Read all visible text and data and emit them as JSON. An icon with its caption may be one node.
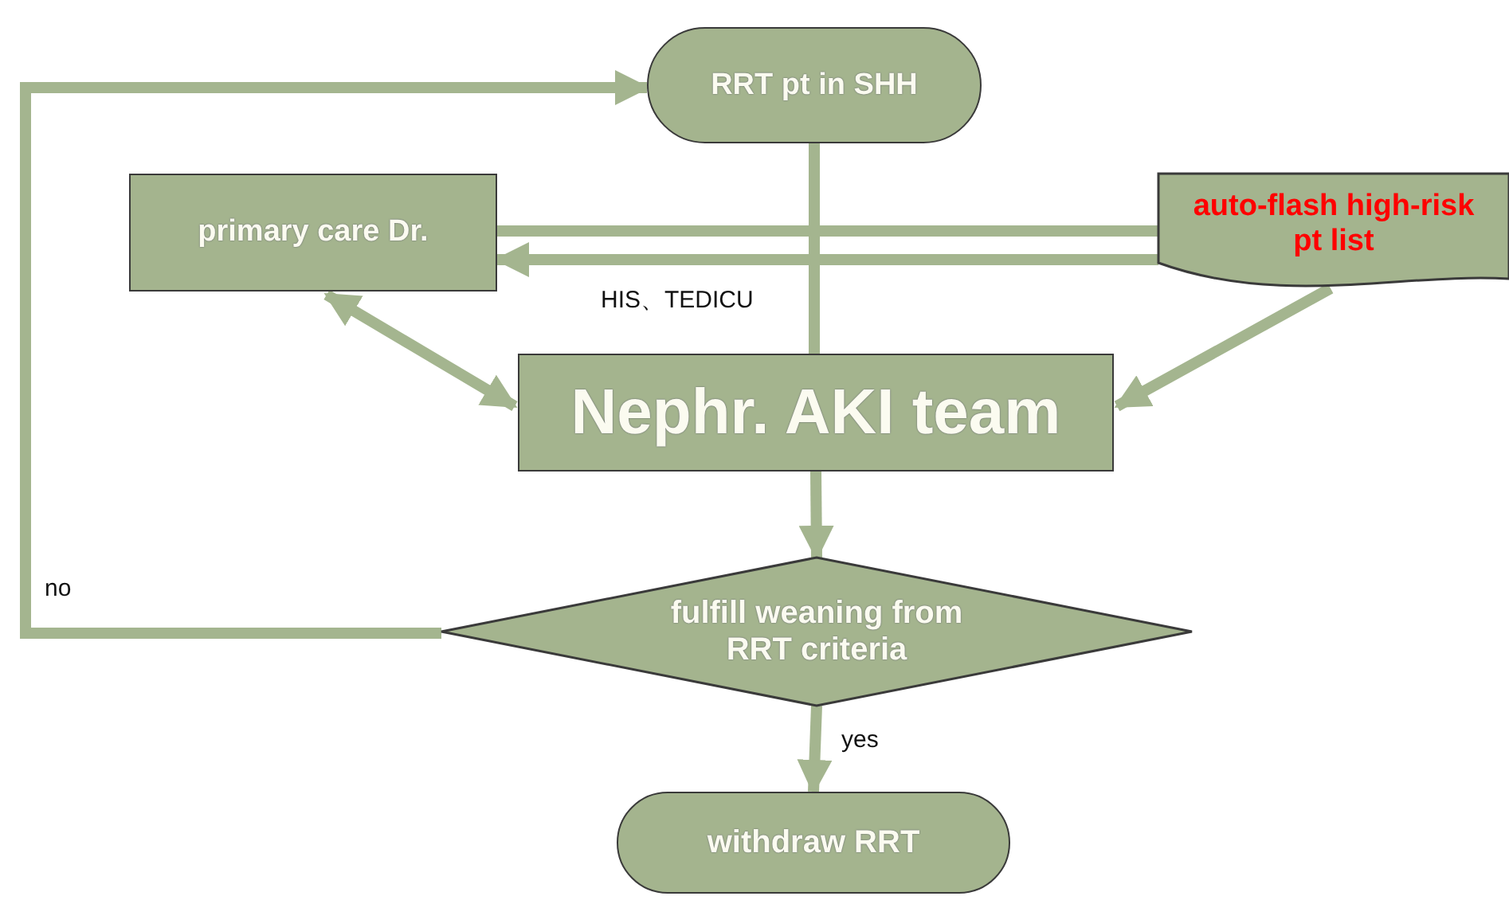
{
  "diagram": {
    "nodes": [
      {
        "text": [
          "RRT  pt in SHH"
        ]
      },
      {
        "text": [
          "primary care Dr."
        ]
      },
      {
        "text": [
          "auto-flash high-risk pt list"
        ]
      },
      {
        "text": [
          "Nephr. AKI team"
        ]
      },
      {
        "text": [
          "fulfill weaning from RRT criteria"
        ]
      },
      {
        "text": [
          "withdraw RRT"
        ]
      }
    ],
    "edges": [
      {
        "from": 0,
        "to": 3,
        "arrow": "none"
      },
      {
        "from": 2,
        "to": 1,
        "arrow": "none"
      },
      {
        "from": 2,
        "to": 1,
        "arrow": "to",
        "label": "HIS、TEDICU"
      },
      {
        "from": 1,
        "to": 3,
        "arrow": "both"
      },
      {
        "from": 2,
        "to": 3,
        "arrow": "to"
      },
      {
        "from": 3,
        "to": 4,
        "arrow": "to"
      },
      {
        "from": 4,
        "to": 5,
        "arrow": "to",
        "label": "yes"
      },
      {
        "from": 4,
        "to": 0,
        "arrow": "to",
        "label": "no"
      }
    ]
  }
}
